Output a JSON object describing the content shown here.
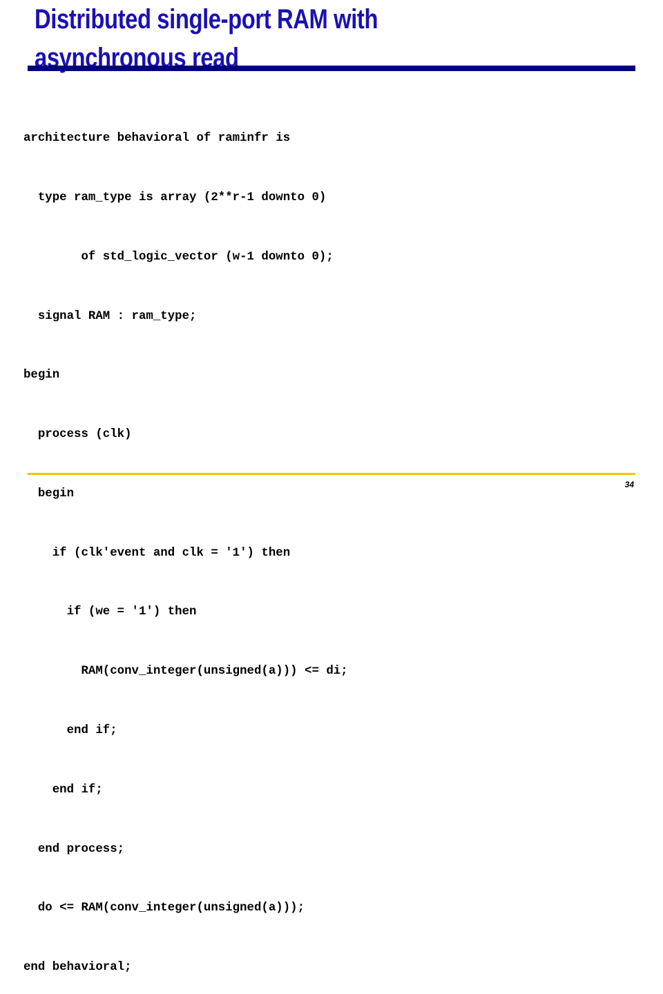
{
  "slide": {
    "title": "Distributed single-port RAM with asynchronous read",
    "page_number": "34",
    "colors": {
      "title": "#1a10b4",
      "title_rule": "#000080",
      "footer_rule": "#f2c200",
      "code_text": "#000000"
    }
  },
  "code": {
    "lines": [
      "architecture behavioral of raminfr is",
      "  type ram_type is array (2**r-1 downto 0)",
      "        of std_logic_vector (w-1 downto 0);",
      "  signal RAM : ram_type;",
      "begin",
      "  process (clk)",
      "  begin",
      "    if (clk'event and clk = '1') then",
      "      if (we = '1') then",
      "        RAM(conv_integer(unsigned(a))) <= di;",
      "      end if;",
      "    end if;",
      "  end process;",
      "  do <= RAM(conv_integer(unsigned(a)));",
      "end behavioral;"
    ]
  }
}
